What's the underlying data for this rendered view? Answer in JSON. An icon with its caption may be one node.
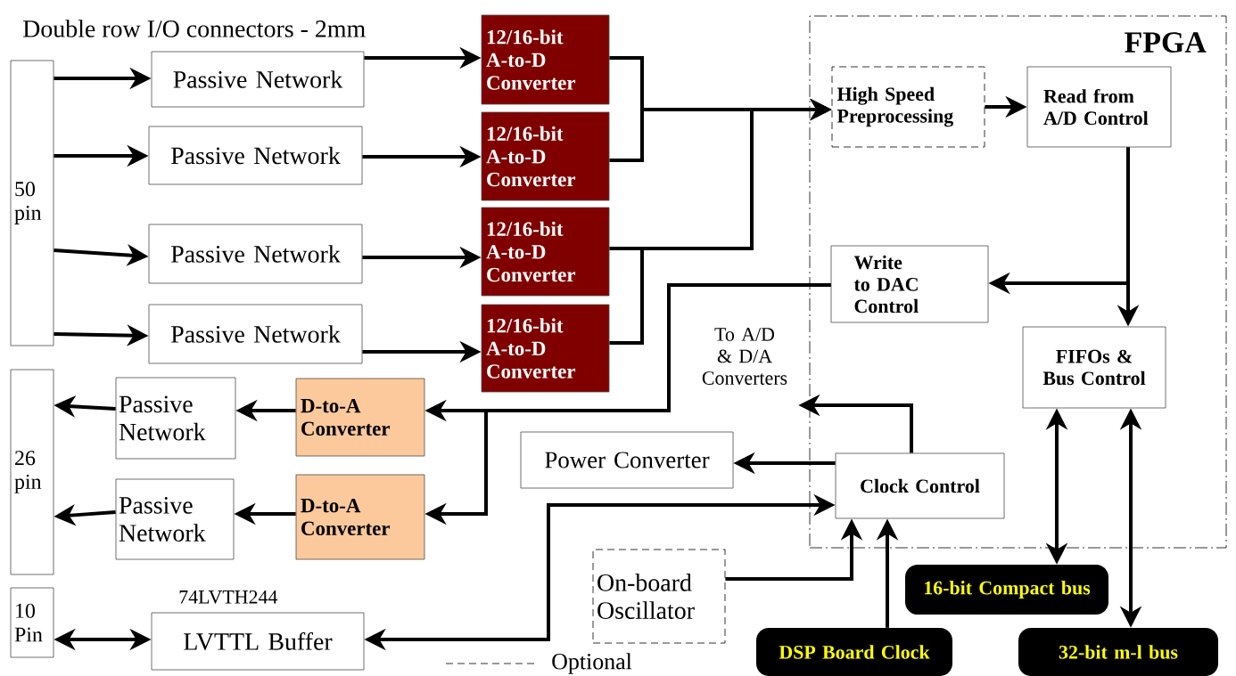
{
  "diagram": {
    "nodes": [
      {
        "text": [
          "FPGA"
        ]
      },
      {
        "text": [
          "50 pin"
        ]
      },
      {
        "text": [
          "26 pin"
        ]
      },
      {
        "text": [
          "10 Pin"
        ]
      },
      {
        "text": [
          "Passive Network"
        ]
      },
      {
        "text": [
          "Passive Network"
        ]
      },
      {
        "text": [
          "Passive Network"
        ]
      },
      {
        "text": [
          "Passive Network"
        ]
      },
      {
        "text": [
          "12/16-bit A-to-D Converter"
        ]
      },
      {
        "text": [
          "12/16-bit A-to-D Converter"
        ]
      },
      {
        "text": [
          "12/16-bit A-to-D Converter"
        ]
      },
      {
        "text": [
          "12/16-bit A-to-D Converter"
        ]
      },
      {
        "text": [
          "D-to-A Converter"
        ]
      },
      {
        "text": [
          "D-to-A Converter"
        ]
      },
      {
        "text": [
          "Passive Network"
        ]
      },
      {
        "text": [
          "Passive Network"
        ]
      },
      {
        "text": [
          "Power Converter"
        ]
      },
      {
        "text": [
          "High Speed Preprocessing"
        ],
        "in": 0
      },
      {
        "text": [
          "Read from A/D Control"
        ],
        "in": 0
      },
      {
        "text": [
          "Write to DAC Control"
        ],
        "in": 0
      },
      {
        "text": [
          "FIFOs & Bus Control"
        ],
        "in": 0
      },
      {
        "text": [
          "Clock Control"
        ],
        "in": 0
      },
      {
        "text": [
          "On-board Oscillator"
        ]
      },
      {
        "text": [
          "LVTTL Buffer"
        ],
        "beside": [
          "74LVTH244"
        ]
      },
      {
        "text": [
          "DSP Board Clock"
        ]
      },
      {
        "text": [
          "16-bit Compact bus"
        ]
      },
      {
        "text": [
          "32-bit m-l  bus"
        ]
      },
      {
        "text": [
          "To A/D & D/A Converters"
        ]
      }
    ],
    "edges": [
      {
        "from": 1,
        "to": 4,
        "arrow": "to"
      },
      {
        "from": 1,
        "to": 5,
        "arrow": "to"
      },
      {
        "from": 1,
        "to": 6,
        "arrow": "to"
      },
      {
        "from": 1,
        "to": 7,
        "arrow": "to"
      },
      {
        "from": 4,
        "to": 8,
        "arrow": "to"
      },
      {
        "from": 5,
        "to": 9,
        "arrow": "to"
      },
      {
        "from": 6,
        "to": 10,
        "arrow": "to"
      },
      {
        "from": 7,
        "to": 11,
        "arrow": "to"
      },
      {
        "from": 8,
        "to": 17,
        "arrow": "to"
      },
      {
        "from": 9,
        "to": 17,
        "arrow": "to"
      },
      {
        "from": 10,
        "to": 17,
        "arrow": "to"
      },
      {
        "from": 11,
        "to": 17,
        "arrow": "to"
      },
      {
        "from": 17,
        "to": 18,
        "arrow": "to"
      },
      {
        "from": 18,
        "to": 20,
        "arrow": "to"
      },
      {
        "from": 18,
        "to": 19,
        "arrow": "to"
      },
      {
        "from": 19,
        "to": 12,
        "arrow": "to"
      },
      {
        "from": 19,
        "to": 13,
        "arrow": "to"
      },
      {
        "from": 12,
        "to": 14,
        "arrow": "to"
      },
      {
        "from": 13,
        "to": 15,
        "arrow": "to"
      },
      {
        "from": 14,
        "to": 2,
        "arrow": "to"
      },
      {
        "from": 15,
        "to": 2,
        "arrow": "to"
      },
      {
        "from": 3,
        "to": 23,
        "arrow": "both"
      },
      {
        "from": 21,
        "to": 16,
        "arrow": "to"
      },
      {
        "from": 21,
        "to": 27,
        "arrow": "to"
      },
      {
        "from": 21,
        "to": 23,
        "arrow": "both"
      },
      {
        "from": 22,
        "to": 21,
        "arrow": "to"
      },
      {
        "from": 24,
        "to": 21,
        "arrow": "to"
      },
      {
        "from": 20,
        "to": 25,
        "arrow": "both"
      },
      {
        "from": 20,
        "to": 26,
        "arrow": "both"
      }
    ],
    "labels": [
      "Double row I/O connectors - 2mm",
      "Optional"
    ]
  }
}
